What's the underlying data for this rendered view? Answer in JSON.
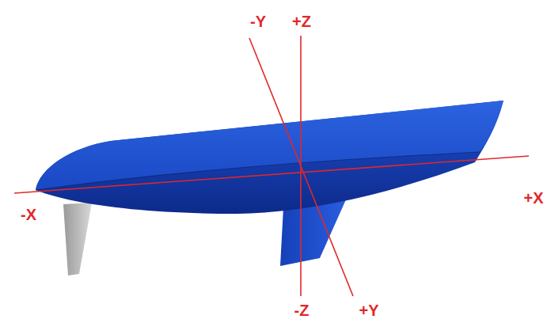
{
  "diagram": {
    "labels": [
      "-Y",
      "+Z",
      "+X",
      "-X",
      "-Z",
      "+Y"
    ]
  }
}
